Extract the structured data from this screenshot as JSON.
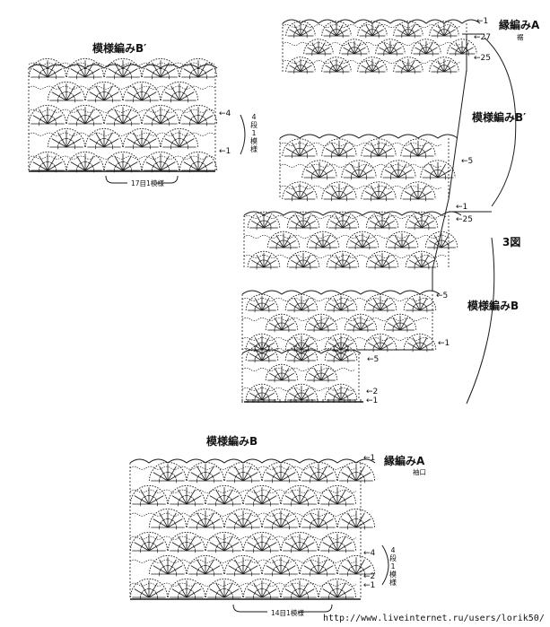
{
  "labels": {
    "top_left_title": "模様編みB′",
    "top_left_row4": "←4",
    "top_left_row1": "←1",
    "top_left_repeat_note": "4段1模様",
    "top_left_stitch_repeat": "17目1模様",
    "right_border_title": "縁編みA",
    "right_border_sub": "裾",
    "right_row1_top": "←1",
    "right_row27": "←27",
    "right_row25_top": "←25",
    "right_mid_title": "模様編みB′",
    "right_row5_mid": "←5",
    "right_row1_mid": "←1",
    "right_row25_mid": "←25",
    "figure_no": "3図",
    "right_lower_title": "模様編みB",
    "right_row5_lower": "←5",
    "right_row1_lower": "←1",
    "right_row5_step": "←5",
    "right_row2_bottom": "←2",
    "right_row1_bottom": "←1",
    "bottom_title": "模様編みB",
    "bottom_border_title": "縁編みA",
    "bottom_border_sub": "袖口",
    "bottom_row1_top": "←1",
    "bottom_row4": "←4",
    "bottom_row2": "←2",
    "bottom_row1": "←1",
    "bottom_repeat_note": "4段1模様",
    "bottom_stitch_repeat": "14目1模様",
    "source_url": "http://www.liveinternet.ru/users/lorik50/"
  },
  "colors": {
    "ink": "#1a1a1a",
    "background": "#ffffff"
  }
}
